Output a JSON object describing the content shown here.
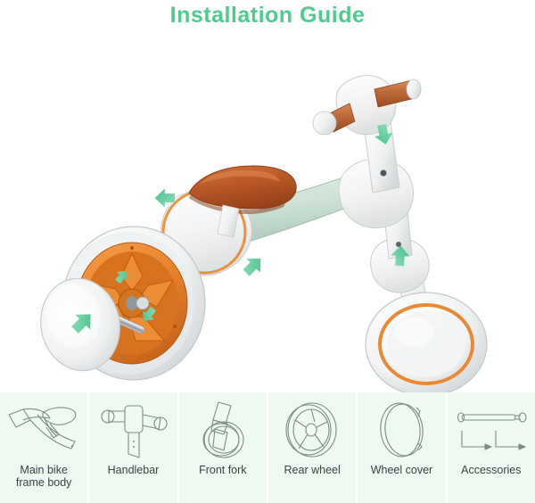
{
  "title": "Installation Guide",
  "colors": {
    "title_green": "#4ecb8e",
    "arrow_green": "#5fcf9b",
    "legend_bg": "#eefaf1",
    "legend_text": "#3b4147",
    "wheel_orange": "#e8822a",
    "rim_orange": "#e98a33",
    "saddle_brown": "#c05a2a",
    "grip_brown": "#c06a3a",
    "frame_mint": "#cfe3d7",
    "plastic_white": "#f4f5f6",
    "outline_gray": "#7d8c84",
    "canvas": "#ffffff"
  },
  "illustration": {
    "alt": "exploded view of a children's balance trike showing assembly direction arrows",
    "parts": [
      {
        "name": "handlebar",
        "color_note": "white body with brown grips"
      },
      {
        "name": "front-fork",
        "color_note": "white tube"
      },
      {
        "name": "front-wheel",
        "color_note": "white wheel with orange ring"
      },
      {
        "name": "main-frame",
        "color_note": "mint green frame body"
      },
      {
        "name": "saddle",
        "color_note": "brown seat"
      },
      {
        "name": "rear-wheel",
        "color_note": "orange spoked wheel with white tire"
      },
      {
        "name": "wheel-cover",
        "color_note": "white disc cover"
      },
      {
        "name": "axle",
        "color_note": "chrome rod"
      }
    ],
    "arrows": [
      {
        "name": "arrow-saddle",
        "direction": "left"
      },
      {
        "name": "arrow-rear-hub",
        "direction": "down-left"
      },
      {
        "name": "arrow-wheel-cover",
        "direction": "up-right"
      },
      {
        "name": "arrow-axle-left",
        "direction": "up-right"
      },
      {
        "name": "arrow-axle-right",
        "direction": "down-left"
      },
      {
        "name": "arrow-frame-joint",
        "direction": "up-right"
      },
      {
        "name": "arrow-fork-tube",
        "direction": "up"
      },
      {
        "name": "arrow-handlebar-post",
        "direction": "down"
      }
    ]
  },
  "legend": {
    "items": [
      {
        "icon": "main-frame-icon",
        "label": "Main bike\nframe body"
      },
      {
        "icon": "handlebar-icon",
        "label": "Handlebar"
      },
      {
        "icon": "front-fork-icon",
        "label": "Front fork"
      },
      {
        "icon": "rear-wheel-icon",
        "label": "Rear wheel"
      },
      {
        "icon": "wheel-cover-icon",
        "label": "Wheel cover"
      },
      {
        "icon": "accessories-icon",
        "label": "Accessories"
      }
    ]
  }
}
